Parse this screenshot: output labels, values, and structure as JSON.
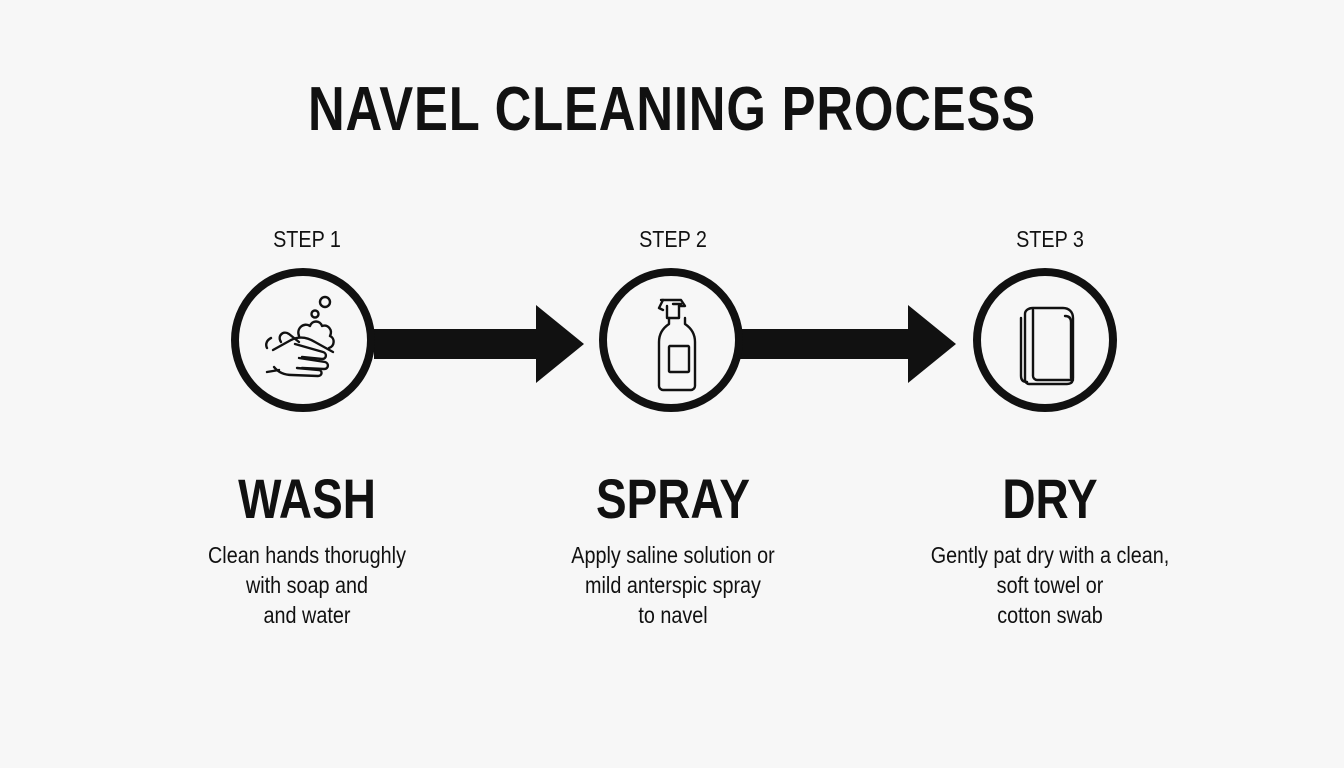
{
  "title": "NAVEL CLEANING PROCESS",
  "steps": [
    {
      "label": "STEP 1",
      "icon": "washing-hands-icon",
      "heading": "WASH",
      "description": [
        "Clean hands thorughly",
        "with soap and",
        "and water"
      ]
    },
    {
      "label": "STEP 2",
      "icon": "spray-bottle-icon",
      "heading": "SPRAY",
      "description": [
        "Apply saline solution or",
        "mild anterspic spray",
        "to navel"
      ]
    },
    {
      "label": "STEP 3",
      "icon": "towel-icon",
      "heading": "DRY",
      "description": [
        "Gently pat dry with a clean,",
        "soft towel or",
        "cotton swab"
      ]
    }
  ],
  "colors": {
    "background": "#f7f7f7",
    "foreground": "#111111"
  }
}
